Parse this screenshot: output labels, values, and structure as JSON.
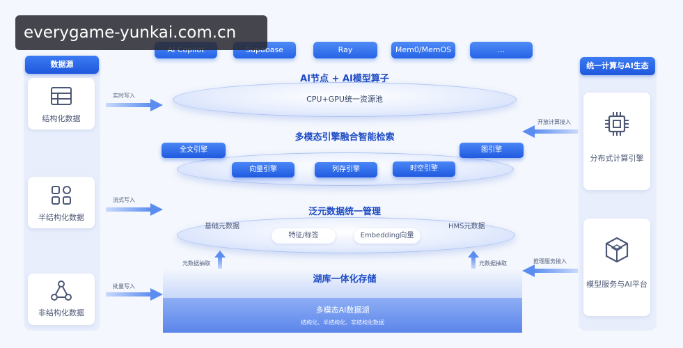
{
  "watermark": "everygame-yunkai.com.cn",
  "left_panel": {
    "header": "数据源",
    "cards": [
      {
        "label": "结构化数据",
        "icon": "table-icon"
      },
      {
        "label": "半结构化数据",
        "icon": "grid-icon"
      },
      {
        "label": "非结构化数据",
        "icon": "network-icon"
      }
    ],
    "arrows": [
      "实时写入",
      "流式写入",
      "批量写入"
    ]
  },
  "right_panel": {
    "header": "统一计算与AI生态",
    "cards": [
      {
        "label": "分布式计算引擎",
        "icon": "chip-icon"
      },
      {
        "label": "模型服务与AI平台",
        "icon": "cube-icon"
      }
    ],
    "arrows": [
      "开放计算接入",
      "推理服务接入"
    ]
  },
  "top_pills": [
    "AI Copilot",
    "Supabase",
    "Ray",
    "Mem0/MemOS",
    "..."
  ],
  "layer1": {
    "title": "AI节点 + AI模型算子",
    "content": "CPU+GPU统一资源池"
  },
  "layer2": {
    "title": "多模态引擎融合智能检索",
    "engines": [
      "全文引擎",
      "向量引擎",
      "列存引擎",
      "时空引擎",
      "图引擎"
    ]
  },
  "layer3": {
    "title": "泛元数据统一管理",
    "items": [
      "基础元数据",
      "特征/标签",
      "Embedding向量",
      "HMS元数据"
    ]
  },
  "extract_labels": [
    "元数据抽取",
    "元数据抽取"
  ],
  "lake": {
    "title": "湖库一体化存储",
    "name": "多模态AI数据湖",
    "sub": "结构化、半结构化、非结构化数据"
  }
}
